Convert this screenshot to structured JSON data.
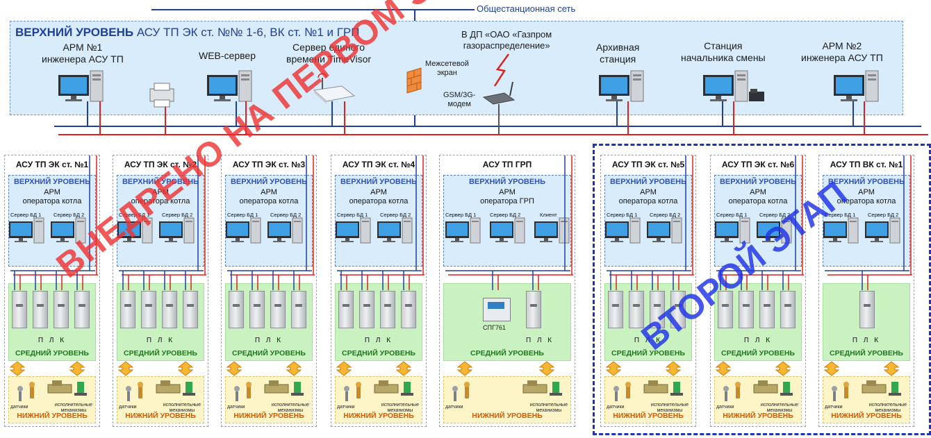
{
  "network_label": "Общестанционная сеть",
  "top": {
    "title_bold": "ВЕРХНИЙ УРОВЕНЬ",
    "title_rest": " АСУ ТП ЭК ст. №№ 1-6, ВК ст. №1 и ГРП",
    "arm1": [
      "АРМ №1",
      "инженера АСУ ТП"
    ],
    "web": "WEB-сервер",
    "time_server": [
      "Сервер единого",
      "времени TimeVisor"
    ],
    "firewall": [
      "Межсетевой",
      "экран"
    ],
    "gazprom": [
      "В ДП  «ОАО «Газпром",
      "газораспределение»"
    ],
    "modem": [
      "GSM/3G-",
      "модем"
    ],
    "archive": [
      "Архивная",
      "станция"
    ],
    "shift": [
      "Станция",
      "начальника смены"
    ],
    "arm2": [
      "АРМ №2",
      "инженера АСУ ТП"
    ]
  },
  "labels": {
    "upper": "ВЕРХНИЙ УРОВЕНЬ",
    "middle": "СРЕДНИЙ УРОВЕНЬ",
    "lower": "НИЖНИЙ УРОВЕНЬ",
    "plc": "П Л К",
    "sensors": "датчики",
    "actuators": [
      "исполнительные",
      "механизмы"
    ],
    "db1": "Сервер БД 1",
    "db2": "Сервер БД 2",
    "client": "Клиент",
    "spg": "СПГ761"
  },
  "columns": [
    {
      "title": "АСУ ТП ЭК ст. №1",
      "arm": [
        "АРМ",
        "оператора котла"
      ]
    },
    {
      "title": "АСУ ТП ЭК ст. №2",
      "arm": [
        "АРМ",
        "оператора котла"
      ]
    },
    {
      "title": "АСУ ТП ЭК ст. №3",
      "arm": [
        "АРМ",
        "оператора котла"
      ]
    },
    {
      "title": "АСУ ТП ЭК ст. №4",
      "arm": [
        "АРМ",
        "оператора котла"
      ]
    },
    {
      "title": "АСУ ТП ГРП",
      "arm": [
        "АРМ",
        "оператора ГРП"
      ]
    },
    {
      "title": "АСУ ТП ЭК ст. №5",
      "arm": [
        "АРМ",
        "оператора котла"
      ]
    },
    {
      "title": "АСУ ТП ЭК ст. №6",
      "arm": [
        "АРМ",
        "оператора котла"
      ]
    },
    {
      "title": "АСУ ТП ВК ст. №1",
      "arm": [
        "АРМ",
        "оператора котла"
      ]
    }
  ],
  "stage1": "ВНЕДРЕНО НА ПЕРВОМ ЭТАПЕ",
  "stage2": "ВТОРОЙ ЭТАП",
  "colors": {
    "net_blue": "#1f3f9f",
    "net_red": "#e0201f",
    "stage1": "#f03030",
    "stage2": "#1f33e8",
    "upper_bg": "#d9ecfb",
    "middle_bg": "#c9f2c0",
    "lower_bg": "#fdf5c8"
  }
}
